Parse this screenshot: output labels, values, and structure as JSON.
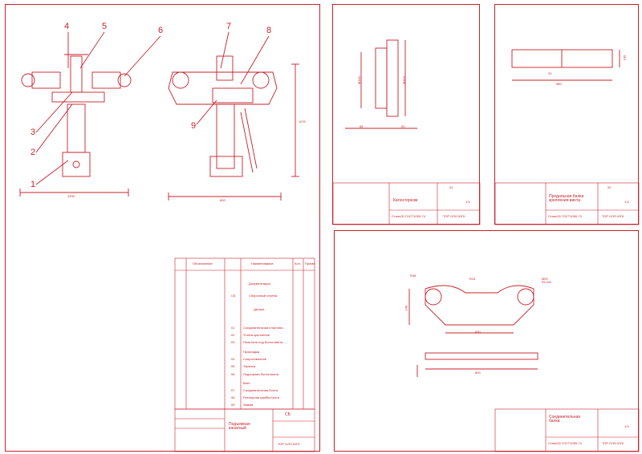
{
  "palette": {
    "line": "#c8202a",
    "paper": "#ffffff"
  },
  "sheet_a": {
    "balloons": [
      "4",
      "5",
      "6",
      "7",
      "8",
      "3",
      "2",
      "1",
      "9"
    ],
    "dims": {
      "width_left": "1200",
      "width_right": "800",
      "height_right": "1070"
    },
    "spec_headers": [
      "Обозначение",
      "Наименование",
      "Кол.",
      "Приме."
    ],
    "spec_rows": [
      {
        "num": "",
        "name": "Документация"
      },
      {
        "num": "СБ",
        "name": "Сборочный чертеж"
      },
      {
        "num": "",
        "name": "Детали"
      },
      {
        "num": "01",
        "name": "Соединительная пластина"
      },
      {
        "num": "02",
        "name": "Уголок крепления"
      },
      {
        "num": "03",
        "name": "Пластина под болта винта"
      },
      {
        "num": "",
        "name": "Прокладка"
      },
      {
        "num": "04",
        "name": "Сопротивление"
      },
      {
        "num": "05",
        "name": "Тарелка"
      },
      {
        "num": "06",
        "name": "Подпорная болта винта"
      },
      {
        "num": "",
        "name": "Винт"
      },
      {
        "num": "07",
        "name": "Соединительная болта"
      },
      {
        "num": "08",
        "name": "Распорная шайба болта"
      },
      {
        "num": "09",
        "name": "Зажим"
      }
    ],
    "title_block": {
      "title": "Подъемная\nканатный",
      "doc_number": "ТОР ОЛО ЮГК",
      "sheet_label": "СБ"
    }
  },
  "sheet_b": {
    "dims": {
      "d1": "Ø190",
      "d2": "Ø303",
      "d3": "65",
      "d4": "20"
    },
    "top_label": "01",
    "title_block": {
      "title": "Катюсторезм",
      "material": "Сталь20 ГОСТ1050-74",
      "doc_number": "ТОР ОЛО ЮГК",
      "scale": "1:5"
    }
  },
  "sheet_c": {
    "dims": {
      "length": "980",
      "height": "100",
      "offset": "20"
    },
    "top_label": "02",
    "title_block": {
      "title": "Продольная балка\nкрепления винта",
      "material": "Сталь20 ГОСТ1050-74",
      "doc_number": "ТОР ОЛО ЮГК",
      "scale": "1:5"
    }
  },
  "sheet_d": {
    "dims": {
      "r1": "R45",
      "r2": "R15",
      "d1": "Ø25\n25 отв",
      "h": "140",
      "w": "430",
      "len": "600"
    },
    "title_block": {
      "title": "Соединительная\nбалка",
      "material": "Сталь20 ГОСТ1050-74",
      "doc_number": "ТОР ОЛО ЮГК",
      "scale": "1:5"
    }
  }
}
